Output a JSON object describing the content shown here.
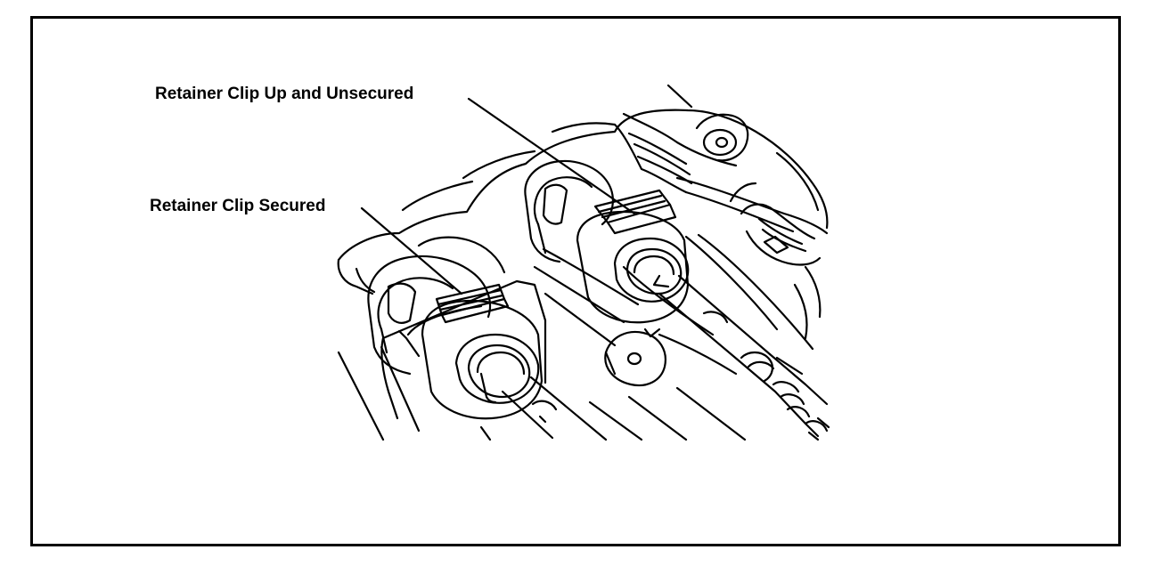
{
  "figure": {
    "callouts": [
      {
        "id": "unsecured",
        "label": "Retainer Clip Up and Unsecured"
      },
      {
        "id": "secured",
        "label": "Retainer Clip Secured"
      }
    ]
  },
  "colors": {
    "line": "#000000",
    "background": "#ffffff"
  }
}
